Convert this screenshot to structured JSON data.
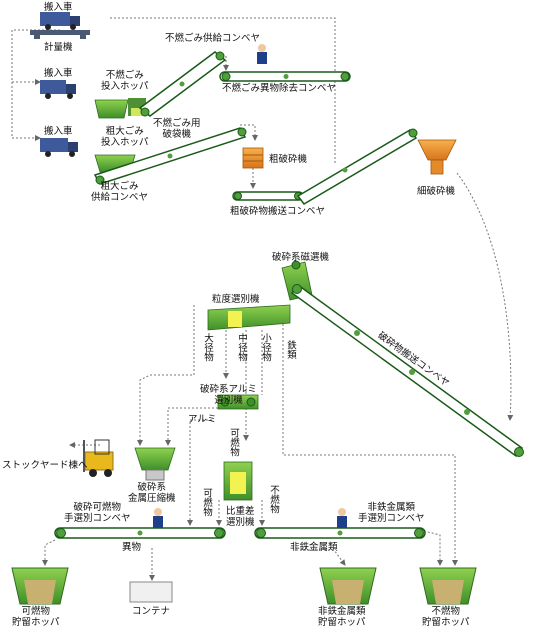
{
  "labels": {
    "truck_top": "搬入車",
    "scale": "計量機",
    "truck_mid": "搬入車",
    "hopper_noncombustible": "不燃ごみ\n投入ホッパ",
    "truck_low": "搬入車",
    "hopper_bulky": "粗大ごみ\n投入ホッパ",
    "bag_breaker": "不燃ごみ用\n破袋機",
    "supply_conveyor_nc": "不燃ごみ供給コンベヤ",
    "foreign_removal_conveyor": "不燃ごみ異物除去コンベヤ",
    "supply_conveyor_bulky": "粗大ごみ\n供給コンベヤ",
    "coarse_crusher": "粗破砕機",
    "coarse_conveyor": "粗破砕物搬送コンベヤ",
    "fine_crusher": "細破砕機",
    "magnetic_separator": "破砕系磁選機",
    "size_separator": "粒度選別機",
    "crushed_conveyor": "破砕物搬送コンベヤ",
    "large": "大径物",
    "medium": "中径物",
    "small": "小径物",
    "iron": "鉄類",
    "aluminium_separator": "破砕系アルミ\n選別機",
    "aluminium": "アルミ",
    "combustible_v": "可燃物",
    "stockyard": "ストックヤード棟へ",
    "metal_press": "破砕系\n金属圧縮機",
    "combustible_v2": "可燃物",
    "noncombustible_v": "不燃物",
    "gravity_separator": "比重差\n選別機",
    "combustible_sort_conveyor": "破砕可燃物\n手選別コンベヤ",
    "nonferrous_sort_conveyor": "非鉄金属類\n手選別コンベヤ",
    "foreign_matter": "異物",
    "nonferrous_metals": "非鉄金属類",
    "combustible_hopper": "可燃物\n貯留ホッパ",
    "container": "コンテナ",
    "nonferrous_hopper": "非鉄金属類\n貯留ホッパ",
    "noncombustible_hopper": "不燃物\n貯留ホッパ"
  }
}
